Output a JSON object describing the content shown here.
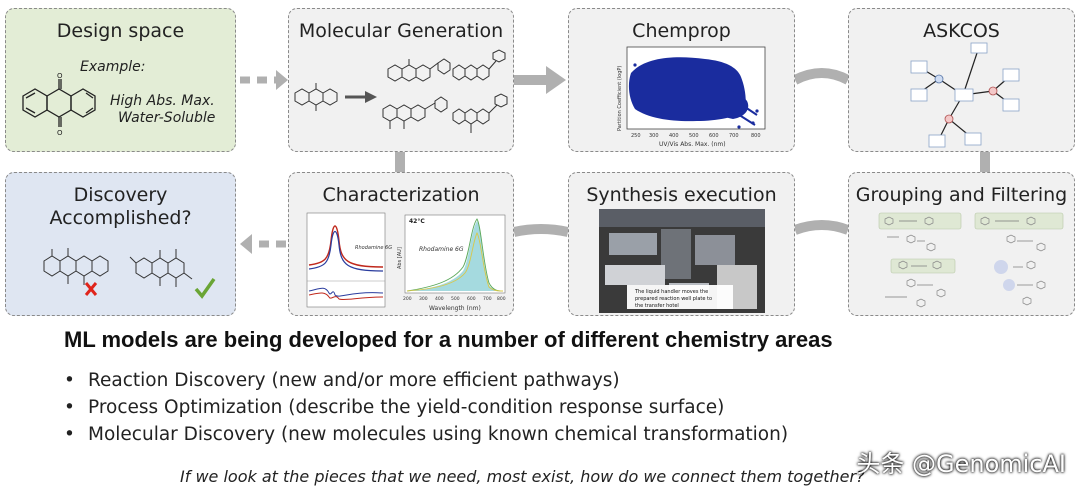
{
  "panels": {
    "design_space": {
      "title": "Design space",
      "example_label": "Example:",
      "line1": "High Abs. Max.",
      "line2": "Water-Soluble"
    },
    "molecular_generation": {
      "title": "Molecular Generation"
    },
    "chemprop": {
      "title": "Chemprop",
      "xlabel": "UV/Vis Abs. Max. (nm)",
      "ylabel": "Partition Coefficient (logP)",
      "xticks": [
        "250",
        "300",
        "400",
        "500",
        "600",
        "700",
        "800"
      ]
    },
    "askcos": {
      "title": "ASKCOS"
    },
    "discovery": {
      "title_line1": "Discovery",
      "title_line2": "Accomplished?"
    },
    "characterization": {
      "title": "Characterization",
      "inset_label": "Rhodamine 6G",
      "temp_label": "42°C",
      "xlabel": "Wavelength (nm)",
      "ylabel": "Abs [AU]",
      "xticks": [
        "200",
        "300",
        "400",
        "500",
        "600",
        "700",
        "800"
      ],
      "left_label": "Rhodamine 6G"
    },
    "synthesis": {
      "title": "Synthesis execution",
      "caption_line1": "The liquid handler moves the",
      "caption_line2": "prepared reaction well plate to",
      "caption_line3": "the transfer hotel"
    },
    "grouping": {
      "title": "Grouping and Filtering"
    }
  },
  "headline": "ML models are being developed for a number of different chemistry areas",
  "bullets": [
    "Reaction Discovery (new and/or more efficient pathways)",
    "Process Optimization (describe the yield-condition response surface)",
    "Molecular Discovery (new molecules using known chemical transformation)"
  ],
  "footer": "If we look at the pieces that we need, most exist, how do we connect them together?",
  "watermark": "头条 @GenomicAI",
  "colors": {
    "design_bg": "#e3edd6",
    "discovery_bg": "#dfe6f2",
    "panel_bg": "#f1f1f1",
    "scatter": "#1a2c9e",
    "cross": "#e0241b",
    "check": "#6aa535"
  }
}
